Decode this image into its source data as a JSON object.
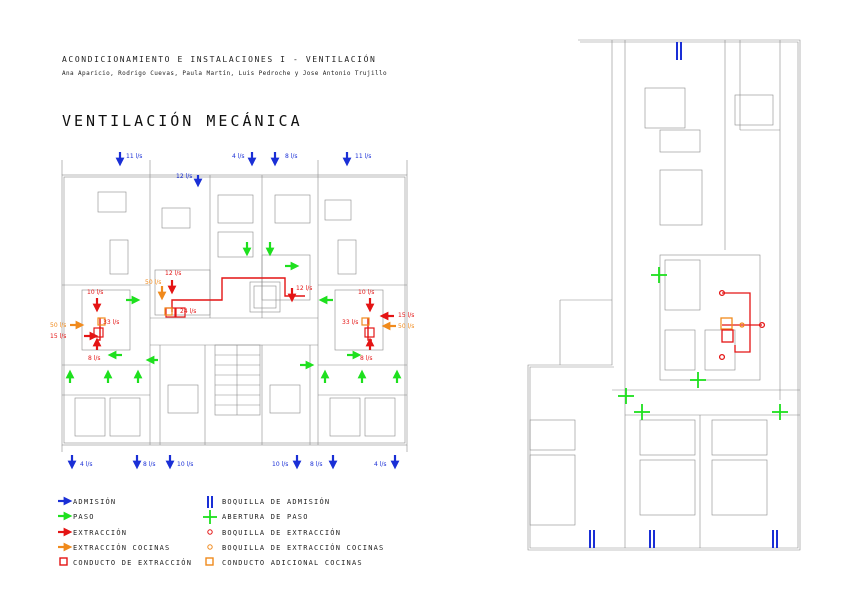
{
  "header": {
    "course": "ACONDICIONAMIENTO E INSTALACIONES I - VENTILACIÓN",
    "authors": "Ana Aparicio, Rodrigo Cuevas, Paula Martín, Luis Pedroche y Jose Antonio Trujillo",
    "title": "VENTILACIÓN MECÁNICA"
  },
  "colors": {
    "admision": "#1a2fd6",
    "paso": "#1ee01e",
    "extraccion": "#e41414",
    "cocinas": "#f08a1c",
    "line": "#8a8a8a"
  },
  "plan": {
    "top_flows": [
      "11 l/s",
      "4 l/s",
      "8 l/s",
      "11 l/s",
      "12 l/s"
    ],
    "middle_labels": [
      "12 l/s",
      "12 l/s",
      "24 l/s"
    ],
    "left_wet": [
      "10 l/s",
      "33 l/s",
      "8 l/s",
      "50 l/s",
      "50 l/s",
      "15 l/s"
    ],
    "right_wet": [
      "10 l/s",
      "33 l/s",
      "8 l/s",
      "15 l/s",
      "50 l/s"
    ],
    "bottom_flows": [
      "4 l/s",
      "8 l/s",
      "10 l/s",
      "10 l/s",
      "8 l/s",
      "4 l/s"
    ]
  },
  "legend": {
    "left": [
      "ADMISIÓN",
      "PASO",
      "EXTRACCIÓN",
      "EXTRACCIÓN COCINAS",
      "CONDUCTO DE EXTRACCIÓN"
    ],
    "right": [
      "BOQUILLA DE ADMISIÓN",
      "ABERTURA DE PASO",
      "BOQUILLA DE EXTRACCIÓN",
      "BOQUILLA DE EXTRACCIÓN COCINAS",
      "CONDUCTO ADICIONAL COCINAS"
    ]
  }
}
